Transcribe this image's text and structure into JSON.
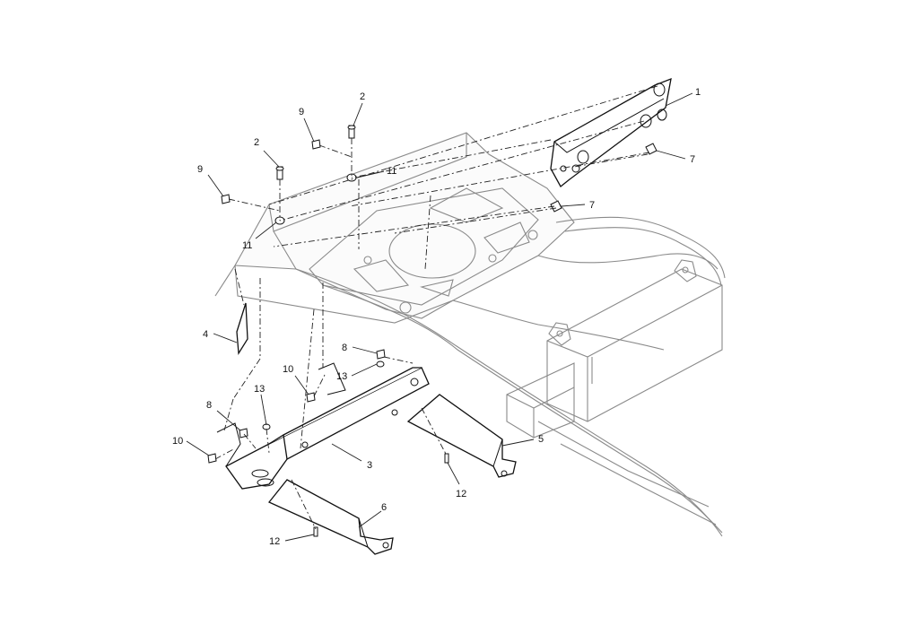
{
  "callouts": [
    {
      "id": "c1",
      "text": "1"
    },
    {
      "id": "c2a",
      "text": "2"
    },
    {
      "id": "c2b",
      "text": "2"
    },
    {
      "id": "c3",
      "text": "3"
    },
    {
      "id": "c4",
      "text": "4"
    },
    {
      "id": "c5",
      "text": "5"
    },
    {
      "id": "c6",
      "text": "6"
    },
    {
      "id": "c7a",
      "text": "7"
    },
    {
      "id": "c7b",
      "text": "7"
    },
    {
      "id": "c8a",
      "text": "8"
    },
    {
      "id": "c8b",
      "text": "8"
    },
    {
      "id": "c9a",
      "text": "9"
    },
    {
      "id": "c9b",
      "text": "9"
    },
    {
      "id": "c10a",
      "text": "10"
    },
    {
      "id": "c10b",
      "text": "10"
    },
    {
      "id": "c11a",
      "text": "11"
    },
    {
      "id": "c11b",
      "text": "11"
    },
    {
      "id": "c12a",
      "text": "12"
    },
    {
      "id": "c12b",
      "text": "12"
    },
    {
      "id": "c13a",
      "text": "13"
    },
    {
      "id": "c13b",
      "text": "13"
    }
  ]
}
